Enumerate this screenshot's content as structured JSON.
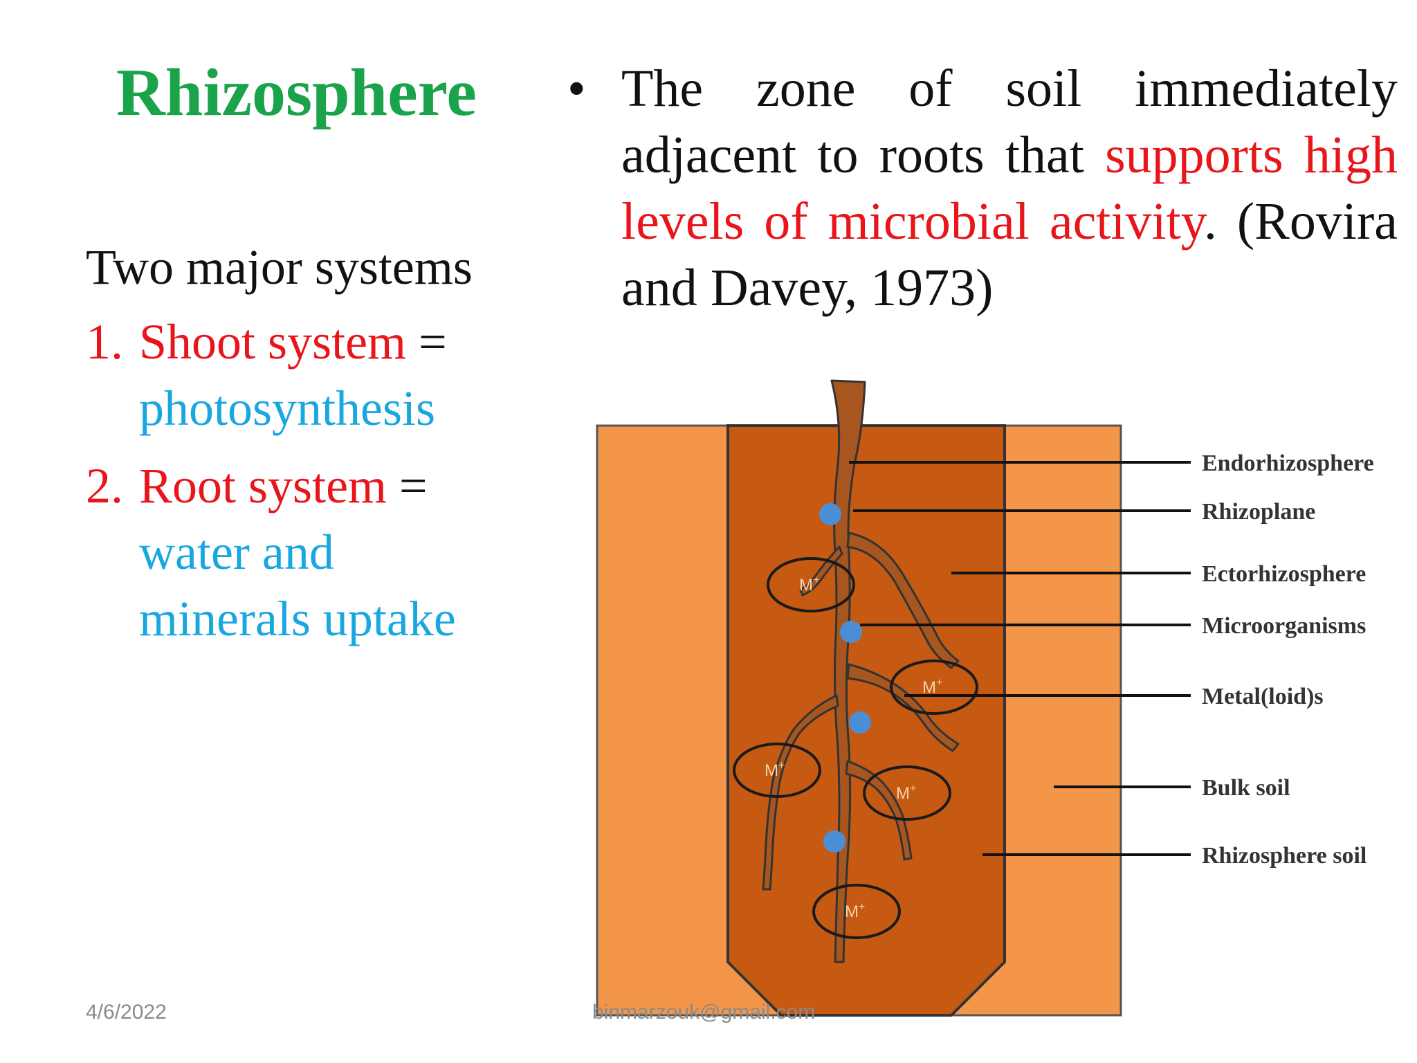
{
  "slide": {
    "title": "Rhizosphere",
    "left": {
      "heading": "Two major systems",
      "items": [
        {
          "number": "1.",
          "name": "Shoot system",
          "equals": " =",
          "function": "photosynthesis"
        },
        {
          "number": "2.",
          "name": "Root system",
          "equals": " =",
          "function_line1": "water and",
          "function_line2": "minerals uptake"
        }
      ]
    },
    "bullet": {
      "part1": "The zone of soil immediately adjacent to roots that ",
      "highlight": "supports high levels of microbial activity",
      "part2": ". (Rovira and Davey, 1973)"
    },
    "figure": {
      "labels": [
        "Endorhizosphere",
        "Rhizoplane",
        "Ectorhizosphere",
        "Microorganisms",
        "Metal(loid)s",
        "Bulk soil",
        "Rhizosphere soil"
      ],
      "metal_label": "M",
      "metal_charge": "+"
    },
    "footer": {
      "date": "4/6/2022",
      "email": "binmarzouk@gmail.com"
    },
    "colors": {
      "title": "#1aa34a",
      "highlight_red": "#e8151b",
      "highlight_blue": "#19a7df",
      "bulk_soil": "#f4964a",
      "rhizosphere_soil": "#c75a12",
      "root": "#a8561f",
      "microorganism": "#4a8fd6"
    }
  }
}
